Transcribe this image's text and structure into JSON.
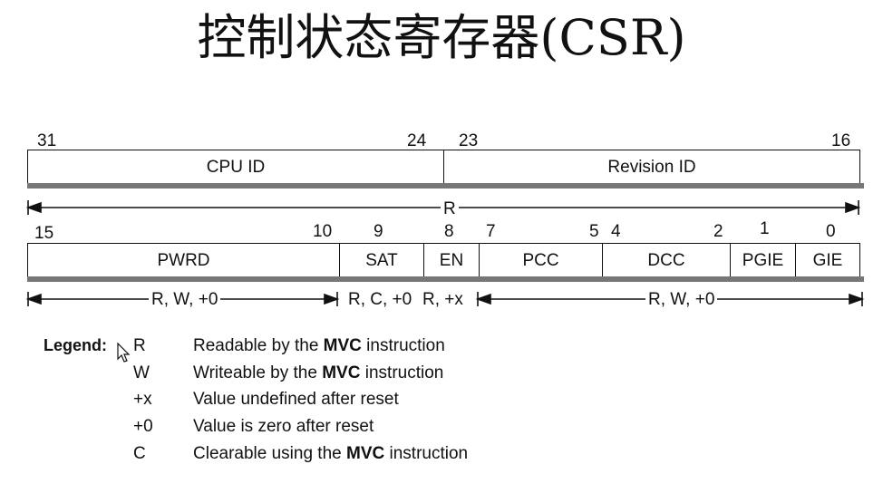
{
  "title": "控制状态寄存器(CSR)",
  "upper": {
    "bits": {
      "b31": "31",
      "b24": "24",
      "b23": "23",
      "b16": "16"
    },
    "fields": {
      "cpu_id": "CPU ID",
      "revision_id": "Revision ID"
    },
    "access": "R"
  },
  "lower": {
    "bits": {
      "b15": "15",
      "b10": "10",
      "b9": "9",
      "b8": "8",
      "b7": "7",
      "b5": "5",
      "b4": "4",
      "b2": "2",
      "b1": "1",
      "b0": "0"
    },
    "fields": {
      "pwrd": "PWRD",
      "sat": "SAT",
      "en": "EN",
      "pcc": "PCC",
      "dcc": "DCC",
      "pgie": "PGIE",
      "gie": "GIE"
    },
    "access": {
      "pwrd": "R, W, +0",
      "sat": "R, C, +0",
      "en": "R, +x",
      "pcc_gie": "R, W, +0"
    }
  },
  "legend": {
    "label": "Legend:",
    "items": [
      {
        "key": "R",
        "pre": "Readable by the ",
        "bold": "MVC",
        "post": " instruction"
      },
      {
        "key": "W",
        "pre": "Writeable by the ",
        "bold": "MVC",
        "post": " instruction"
      },
      {
        "key": "+x",
        "pre": "Value undefined after reset",
        "bold": "",
        "post": ""
      },
      {
        "key": "+0",
        "pre": "Value is zero after reset",
        "bold": "",
        "post": ""
      },
      {
        "key": "C",
        "pre": "Clearable using the ",
        "bold": "MVC",
        "post": " instruction"
      }
    ]
  },
  "colors": {
    "line": "#111111",
    "shadow": "#777777"
  }
}
